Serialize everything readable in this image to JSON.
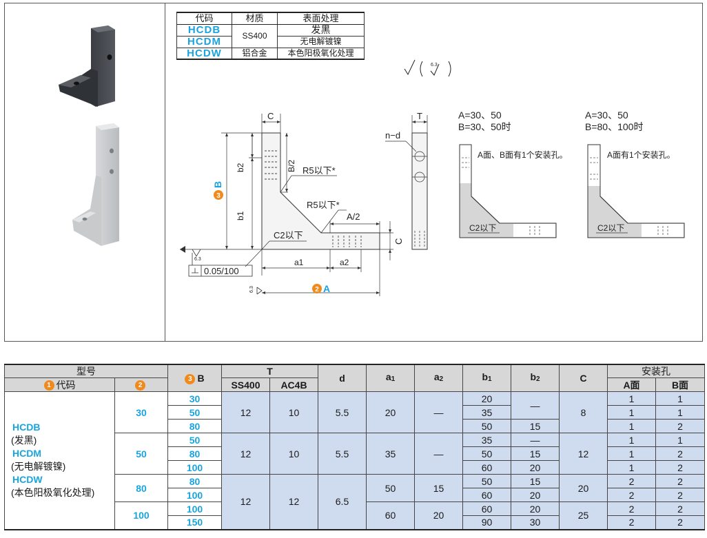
{
  "material_table": {
    "headers": [
      "代码",
      "材质",
      "表面处理"
    ],
    "rows": [
      {
        "code": "HCDB",
        "material": "SS400",
        "finish": "发黑"
      },
      {
        "code": "HCDM",
        "material": "",
        "finish": "无电解镀镍"
      },
      {
        "code": "HCDW",
        "material": "铝合金",
        "finish": "本色阳极氧化处理"
      }
    ]
  },
  "drawing": {
    "roughness": "6.3",
    "dim_C": "C",
    "dim_b2": "b2",
    "dim_B2": "B/2",
    "r5_a": "R5以下*",
    "r5_b": "R5以下*",
    "dim_A2": "A/2",
    "dim_b1": "b1",
    "c2": "C2以下",
    "dim_C_right": "C",
    "dim_a1": "a1",
    "dim_a2": "a2",
    "flatness": "0.05/100",
    "label_A": "A",
    "label_B": "B",
    "num_A": "2",
    "num_B": "3",
    "dim_T": "T",
    "nd": "n−d",
    "var1_line1": "A=30、50",
    "var1_line2": "B=30、50时",
    "var1_note": "A面、B面有1个安装孔。",
    "var1_c2": "C2以下",
    "var2_line1": "A=30、50",
    "var2_line2": "B=80、100时",
    "var2_note": "A面有1个安装孔。",
    "var2_c2": "C2以下"
  },
  "spec_table": {
    "h_model": "型号",
    "h_code": "代码",
    "h_code_num": "1",
    "h_A_num": "2",
    "h_B_num": "3",
    "h_B": "B",
    "h_T": "T",
    "h_ss400": "SS400",
    "h_ac4b": "AC4B",
    "h_d": "d",
    "h_a1": "a1",
    "h_a2": "a2",
    "h_b1": "b1",
    "h_b2": "b2",
    "h_C": "C",
    "h_holes": "安装孔",
    "h_faceA": "A面",
    "h_faceB": "B面",
    "codes": [
      {
        "code": "HCDB",
        "paren": "(发黑)"
      },
      {
        "code": "HCDM",
        "paren": "(无电解镀镍)"
      },
      {
        "code": "HCDW",
        "paren": "(本色阳极氧化处理)"
      }
    ],
    "groups": [
      {
        "A": "30",
        "T_ss": "12",
        "T_ac": "10",
        "d": "5.5",
        "C": "8",
        "rows": [
          {
            "B": "30",
            "a1": "20",
            "a2": "—",
            "b1": "20",
            "b2": "—",
            "hA": "1",
            "hB": "1"
          },
          {
            "B": "50",
            "a1": "",
            "a2": "",
            "b1": "35",
            "b2": "",
            "hA": "1",
            "hB": "1"
          },
          {
            "B": "80",
            "a1": "",
            "a2": "",
            "b1": "50",
            "b2": "15",
            "hA": "1",
            "hB": "2"
          }
        ]
      },
      {
        "A": "50",
        "T_ss": "12",
        "T_ac": "10",
        "d": "5.5",
        "C": "12",
        "rows": [
          {
            "B": "50",
            "a1": "35",
            "a2": "—",
            "b1": "35",
            "b2": "—",
            "hA": "1",
            "hB": "1"
          },
          {
            "B": "80",
            "a1": "",
            "a2": "",
            "b1": "50",
            "b2": "15",
            "hA": "1",
            "hB": "2"
          },
          {
            "B": "100",
            "a1": "",
            "a2": "",
            "b1": "60",
            "b2": "20",
            "hA": "1",
            "hB": "2"
          }
        ]
      },
      {
        "A": "80",
        "rows": [
          {
            "B": "80",
            "a1": "50",
            "a2": "15",
            "b1": "50",
            "b2": "15",
            "hA": "2",
            "hB": "2"
          },
          {
            "B": "100",
            "b1": "60",
            "b2": "20",
            "hA": "2",
            "hB": "2"
          }
        ]
      },
      {
        "A": "100",
        "rows": [
          {
            "B": "100",
            "a1": "60",
            "a2": "20",
            "b1": "60",
            "b2": "20",
            "hA": "2",
            "hB": "2"
          },
          {
            "B": "150",
            "b1": "90",
            "b2": "30",
            "hA": "2",
            "hB": "2"
          }
        ]
      }
    ],
    "shared_80_100": {
      "T_ss": "12",
      "T_ac": "12",
      "d": "6.5",
      "C80": "20",
      "C100": "25"
    }
  }
}
